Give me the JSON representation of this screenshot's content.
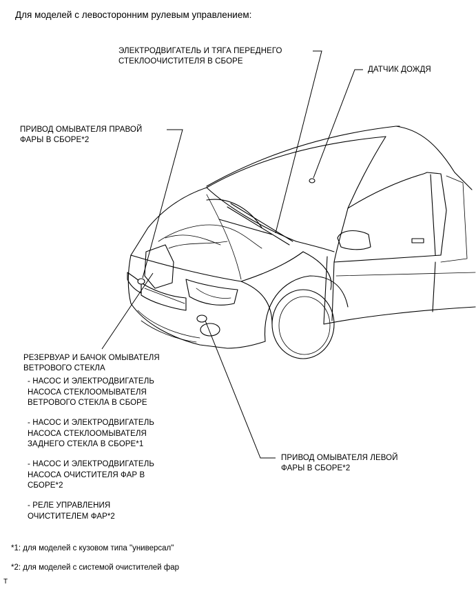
{
  "title": "Для моделей с левосторонним рулевым управлением:",
  "labels": {
    "front_wiper": [
      "ЭЛЕКТРОДВИГАТЕЛЬ И ТЯГА ПЕРЕДНЕГО",
      "СТЕКЛООЧИСТИТЕЛЯ В СБОРЕ"
    ],
    "rain_sensor": [
      "ДАТЧИК ДОЖДЯ"
    ],
    "right_headlamp_washer": [
      "ПРИВОД ОМЫВАТЕЛЯ ПРАВОЙ",
      "ФАРЫ В СБОРЕ*2"
    ],
    "reservoir": [
      "РЕЗЕРВУАР И БАЧОК ОМЫВАТЕЛЯ",
      "ВЕТРОВОГО СТЕКЛА"
    ],
    "sub_items": [
      [
        "- НАСОС И ЭЛЕКТРОДВИГАТЕЛЬ",
        "НАСОСА СТЕКЛООМЫВАТЕЛЯ",
        "ВЕТРОВОГО СТЕКЛА В СБОРЕ"
      ],
      [
        "- НАСОС И ЭЛЕКТРОДВИГАТЕЛЬ",
        "НАСОСА СТЕКЛООМЫВАТЕЛЯ",
        "ЗАДНЕГО СТЕКЛА В СБОРЕ*1"
      ],
      [
        "- НАСОС И ЭЛЕКТРОДВИГАТЕЛЬ",
        "НАСОСА ОЧИСТИТЕЛЯ ФАР В",
        "СБОРЕ*2"
      ],
      [
        "- РЕЛЕ УПРАВЛЕНИЯ",
        "ОЧИСТИТЕЛЕМ ФАР*2"
      ]
    ],
    "left_headlamp_washer": [
      "ПРИВОД ОМЫВАТЕЛЯ ЛЕВОЙ",
      "ФАРЫ В СБОРЕ*2"
    ]
  },
  "footnotes": [
    "*1: для моделей с кузовом типа \"универсал\"",
    "*2: для моделей с системой очистителей фар"
  ],
  "corner_mark": "T"
}
